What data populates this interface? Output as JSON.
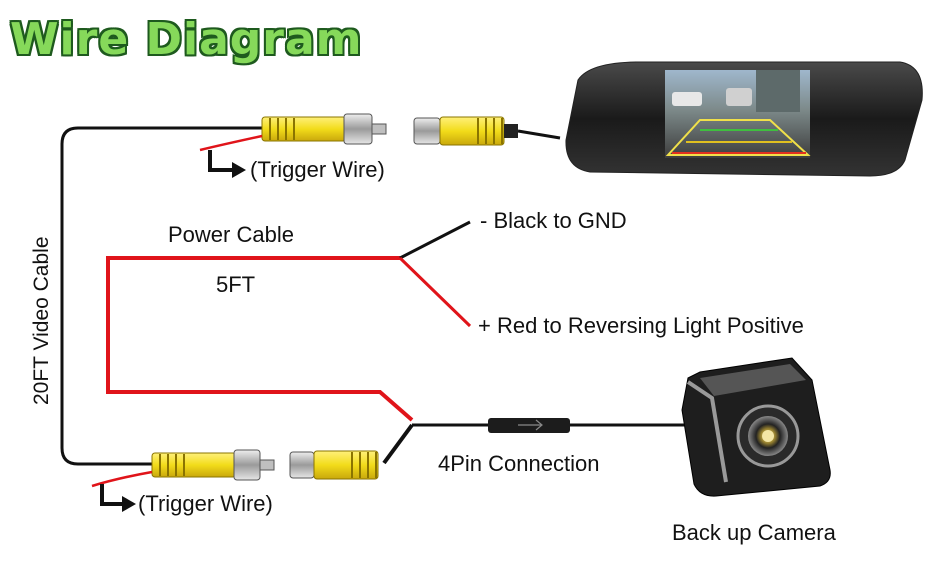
{
  "title": "Wire Diagram",
  "labels": {
    "video_cable": "20FT Video Cable",
    "power_cable": "Power Cable",
    "power_length": "5FT",
    "black_wire": "- Black to GND",
    "red_wire": "+ Red to Reversing Light Positive",
    "trigger_top": "(Trigger Wire)",
    "trigger_bottom": "(Trigger Wire)",
    "connection": "4Pin Connection",
    "camera": "Back up Camera"
  },
  "colors": {
    "title_fill": "#86d95a",
    "title_outline": "#1e5a1e",
    "rca_yellow": "#f2dc1a",
    "wire_red": "#e0141a",
    "wire_black": "#111111"
  }
}
